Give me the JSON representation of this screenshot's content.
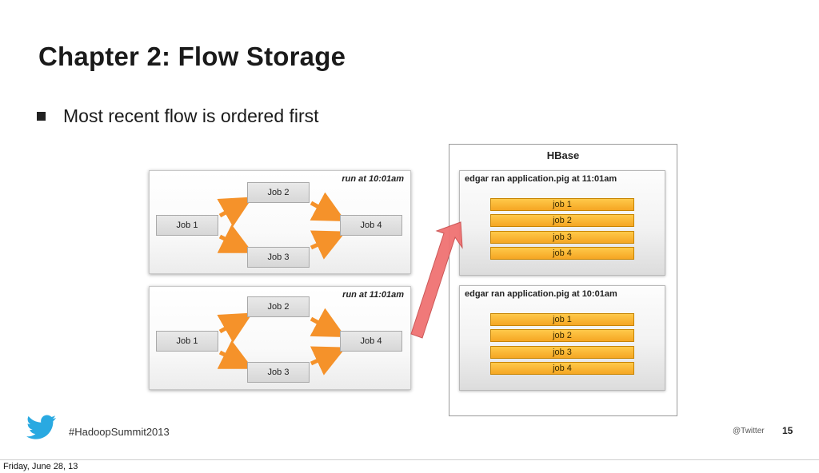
{
  "slide": {
    "title": "Chapter 2: Flow Storage",
    "bullet": "Most recent flow is ordered first"
  },
  "runs": [
    {
      "label": "run at 10:01am",
      "jobs": [
        "Job 1",
        "Job 2",
        "Job 3",
        "Job 4"
      ]
    },
    {
      "label": "run at 11:01am",
      "jobs": [
        "Job 1",
        "Job 2",
        "Job 3",
        "Job 4"
      ]
    }
  ],
  "hbase": {
    "title": "HBase",
    "entries": [
      {
        "label": "edgar ran application.pig at 11:01am",
        "jobs": [
          "job 1",
          "job 2",
          "job 3",
          "job 4"
        ]
      },
      {
        "label": "edgar ran application.pig at 10:01am",
        "jobs": [
          "job 1",
          "job 2",
          "job 3",
          "job 4"
        ]
      }
    ]
  },
  "footer": {
    "hashtag": "#HadoopSummit2013",
    "handle": "@Twitter",
    "page_number": "15",
    "icon": "twitter-bird-icon"
  },
  "date_stamp": "Friday, June 28, 13",
  "colors": {
    "arrow": "#f5922a",
    "hbase_job": "#f5a623",
    "big_arrow": "#f07272"
  }
}
